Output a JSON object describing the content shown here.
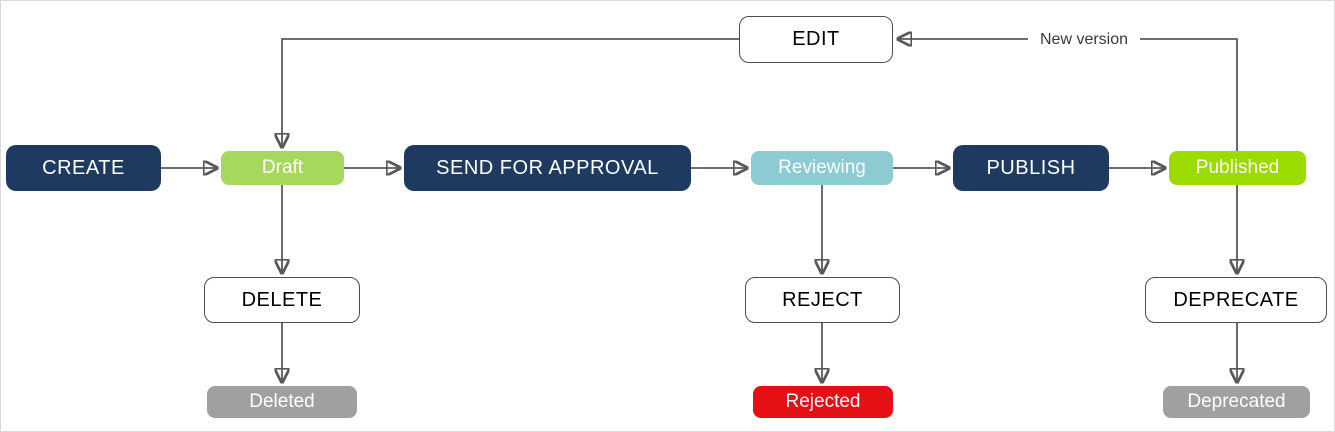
{
  "nodes": {
    "create": {
      "label": "CREATE",
      "type": "action"
    },
    "draft": {
      "label": "Draft",
      "type": "state"
    },
    "send_for_approval": {
      "label": "SEND FOR APPROVAL",
      "type": "action"
    },
    "reviewing": {
      "label": "Reviewing",
      "type": "state"
    },
    "publish": {
      "label": "PUBLISH",
      "type": "action"
    },
    "published": {
      "label": "Published",
      "type": "state"
    },
    "edit": {
      "label": "EDIT",
      "type": "action-outline"
    },
    "delete": {
      "label": "DELETE",
      "type": "action-outline"
    },
    "deleted": {
      "label": "Deleted",
      "type": "state-terminal"
    },
    "reject": {
      "label": "REJECT",
      "type": "action-outline"
    },
    "rejected": {
      "label": "Rejected",
      "type": "state-terminal"
    },
    "deprecate": {
      "label": "DEPRECATE",
      "type": "action-outline"
    },
    "deprecated": {
      "label": "Deprecated",
      "type": "state-terminal"
    }
  },
  "edges": {
    "new_version": {
      "label": "New version"
    }
  },
  "colors": {
    "navy": "#1F3A60",
    "green_draft": "#A6D85C",
    "green_published": "#9BDB00",
    "teal": "#8BCBD1",
    "gray": "#A0A0A0",
    "red": "#E60F14",
    "edge": "#595959",
    "box_border": "#4D4D4D"
  }
}
